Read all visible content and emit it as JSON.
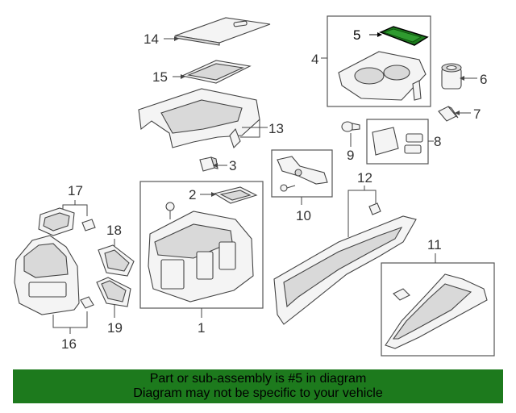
{
  "callouts": {
    "c1": "1",
    "c2": "2",
    "c3": "3",
    "c4": "4",
    "c5": "5",
    "c6": "6",
    "c7": "7",
    "c8": "8",
    "c9": "9",
    "c10": "10",
    "c11": "11",
    "c12": "12",
    "c13": "13",
    "c14": "14",
    "c15": "15",
    "c16": "16",
    "c17": "17",
    "c18": "18",
    "c19": "19"
  },
  "highlight": {
    "part": "5",
    "color": "#1d7a1d"
  },
  "banner": {
    "line1": "Part or sub-assembly is #5 in diagram",
    "line2": "Diagram may not be specific to your vehicle",
    "color": "#1d7a1d"
  }
}
